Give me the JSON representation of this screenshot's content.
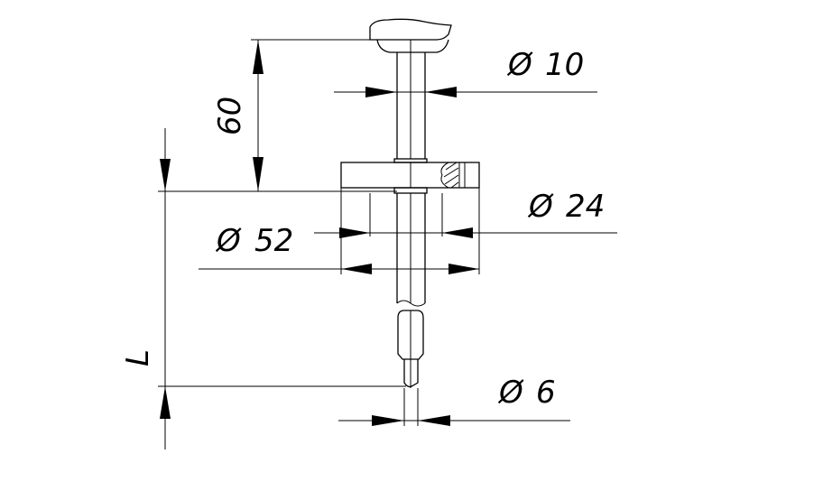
{
  "dimensions": {
    "d10": {
      "symbol": "Ø",
      "value": "10"
    },
    "d24": {
      "symbol": "Ø",
      "value": "24"
    },
    "d52": {
      "symbol": "Ø",
      "value": "52"
    },
    "d6": {
      "symbol": "Ø",
      "value": "6"
    },
    "len60": "60",
    "lenL": "L"
  }
}
